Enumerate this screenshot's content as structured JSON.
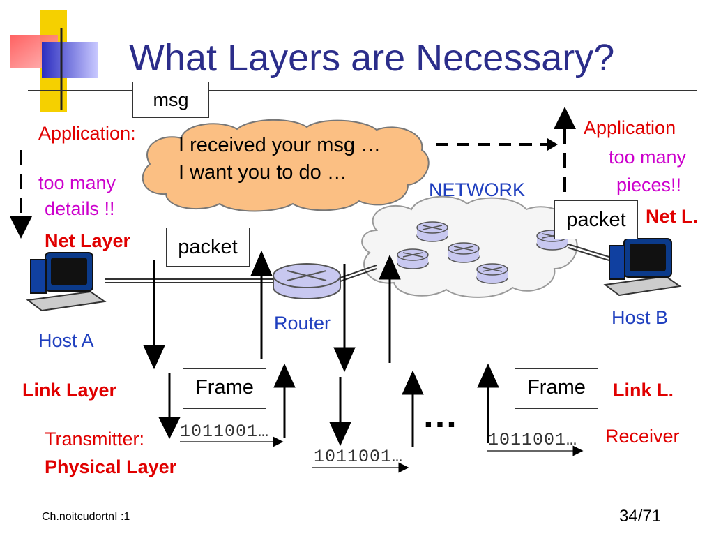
{
  "slide": {
    "title": "What Layers are Necessary?",
    "footer_left": "Ch.noitcudortnI :1",
    "page_number": "34/71"
  },
  "left": {
    "application": "Application:",
    "too_many": "too many",
    "details": "details !!",
    "net_layer": "Net Layer",
    "host": "Host A",
    "link_layer": "Link Layer",
    "transmitter": "Transmitter:",
    "physical_layer": "Physical Layer"
  },
  "right": {
    "application": "Application",
    "too_many": "too many",
    "pieces": "pieces!!",
    "net": "Net L.",
    "host": "Host B",
    "link": "Link L.",
    "receiver": "Receiver"
  },
  "boxes": {
    "msg": "msg",
    "packet_left": "packet",
    "packet_right": "packet",
    "frame_left": "Frame",
    "frame_right": "Frame"
  },
  "cloud_speech": {
    "line1": "I received your msg …",
    "line2": "I want you to do …"
  },
  "network": {
    "label": "NETWORK",
    "router": "Router"
  },
  "bits": {
    "left": "1011001…",
    "middle": "1011001…",
    "right": "1011001…"
  },
  "ellipsis": "…",
  "colors": {
    "title": "#2b2d8a",
    "red_labels": "#e00000",
    "magenta_labels": "#cc00cc",
    "blue_labels": "#1f3fbf",
    "speech_cloud": "#fbbf83",
    "router": "#c8c8f0"
  }
}
